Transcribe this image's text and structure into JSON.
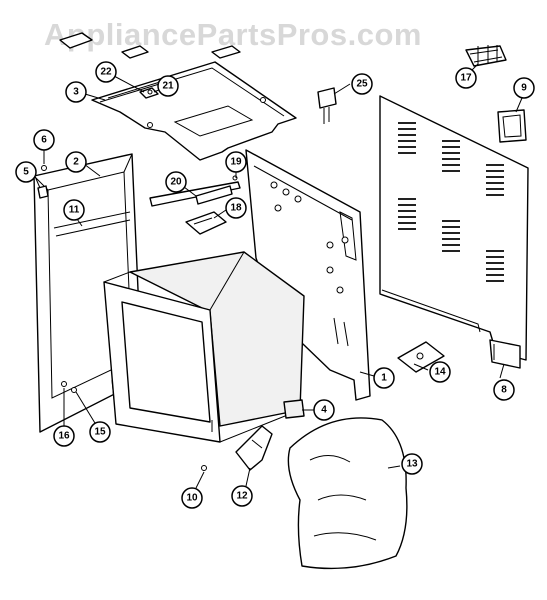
{
  "watermark": "AppliancePartsPros.com",
  "callouts": [
    {
      "id": "c1",
      "label": "1"
    },
    {
      "id": "c2",
      "label": "2"
    },
    {
      "id": "c3",
      "label": "3"
    },
    {
      "id": "c4",
      "label": "4"
    },
    {
      "id": "c5",
      "label": "5"
    },
    {
      "id": "c6",
      "label": "6"
    },
    {
      "id": "c8",
      "label": "8"
    },
    {
      "id": "c9",
      "label": "9"
    },
    {
      "id": "c10",
      "label": "10"
    },
    {
      "id": "c11",
      "label": "11"
    },
    {
      "id": "c12",
      "label": "12"
    },
    {
      "id": "c13",
      "label": "13"
    },
    {
      "id": "c14",
      "label": "14"
    },
    {
      "id": "c15",
      "label": "15"
    },
    {
      "id": "c16",
      "label": "16"
    },
    {
      "id": "c17",
      "label": "17"
    },
    {
      "id": "c18",
      "label": "18"
    },
    {
      "id": "c19",
      "label": "19"
    },
    {
      "id": "c20",
      "label": "20"
    },
    {
      "id": "c21",
      "label": "21"
    },
    {
      "id": "c22",
      "label": "22"
    },
    {
      "id": "c25",
      "label": "25"
    }
  ]
}
